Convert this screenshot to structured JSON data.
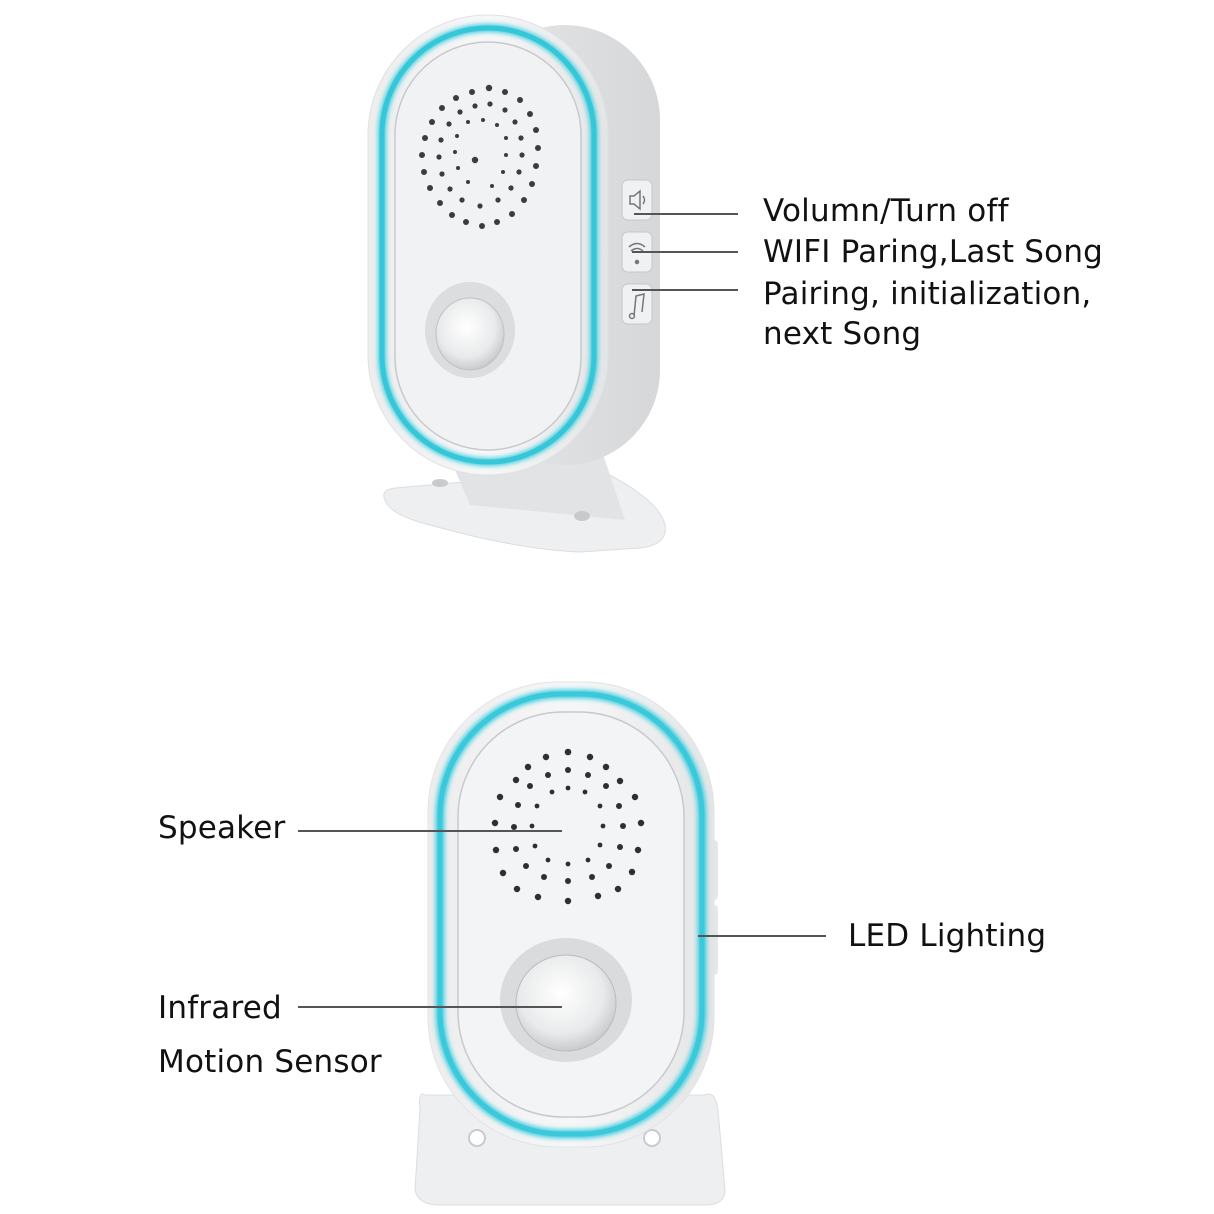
{
  "top_device": {
    "view": "angled",
    "callouts": [
      {
        "id": "volume-button",
        "icon": "speaker-icon",
        "label": "Volumn/Turn off"
      },
      {
        "id": "wifi-button",
        "icon": "wifi-icon",
        "label": "WIFI Paring,Last Song"
      },
      {
        "id": "music-button",
        "icon": "music-note-icon",
        "label_line1": "Pairing, initialization,",
        "label_line2": "next Song"
      }
    ]
  },
  "bottom_device": {
    "view": "front",
    "callouts": [
      {
        "id": "speaker",
        "label": "Speaker"
      },
      {
        "id": "infrared-sensor",
        "label_line1": "Infrared",
        "label_line2": "Motion Sensor"
      },
      {
        "id": "led-lighting",
        "label": "LED Lighting"
      }
    ]
  },
  "colors": {
    "led_ring": "#3ccfe0",
    "body": "#f2f3f4",
    "leader_line": "#555555",
    "text": "#111111"
  }
}
